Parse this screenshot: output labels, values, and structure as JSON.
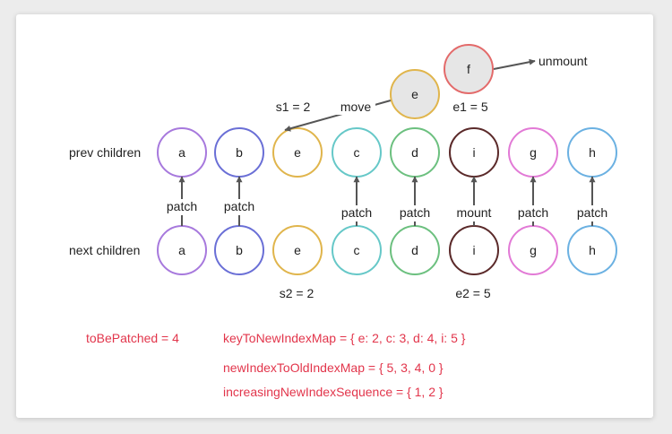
{
  "rows": {
    "prev_label": "prev children",
    "next_label": "next children"
  },
  "prev_nodes": [
    {
      "key": "a",
      "color": "#a779dd"
    },
    {
      "key": "b",
      "color": "#6a6fd6"
    },
    {
      "key": "e",
      "color": "#e0b54c"
    },
    {
      "key": "c",
      "color": "#66c8c8"
    },
    {
      "key": "d",
      "color": "#6cc07f"
    },
    {
      "key": "i",
      "color": "#5b2a2a"
    },
    {
      "key": "g",
      "color": "#e27ad6"
    },
    {
      "key": "h",
      "color": "#6bb1e2"
    }
  ],
  "next_nodes": [
    {
      "key": "a",
      "color": "#a779dd"
    },
    {
      "key": "b",
      "color": "#6a6fd6"
    },
    {
      "key": "e",
      "color": "#e0b54c"
    },
    {
      "key": "c",
      "color": "#66c8c8"
    },
    {
      "key": "d",
      "color": "#6cc07f"
    },
    {
      "key": "i",
      "color": "#5b2a2a"
    },
    {
      "key": "g",
      "color": "#e27ad6"
    },
    {
      "key": "h",
      "color": "#6bb1e2"
    }
  ],
  "connectors": [
    {
      "label": "patch",
      "has_arrow": true
    },
    {
      "label": "patch",
      "has_arrow": true
    },
    {
      "label": "",
      "has_arrow": false
    },
    {
      "label": "patch",
      "has_arrow": true
    },
    {
      "label": "patch",
      "has_arrow": true
    },
    {
      "label": "mount",
      "has_arrow": true
    },
    {
      "label": "patch",
      "has_arrow": true
    },
    {
      "label": "patch",
      "has_arrow": true
    }
  ],
  "moved_node": {
    "key": "e",
    "color": "#e0b54c",
    "fill": "#e6e6e6",
    "action": "move"
  },
  "removed_node": {
    "key": "f",
    "color": "#e36a6a",
    "fill": "#e6e6e6",
    "action": "unmount"
  },
  "markers": {
    "s1": "s1 = 2",
    "e1": "e1 = 5",
    "s2": "s2 = 2",
    "e2": "e2 = 5"
  },
  "info": {
    "to_be_patched": "toBePatched = 4",
    "key_to_new_index_map": "keyToNewIndexMap = { e: 2, c: 3, d: 4, i: 5 }",
    "new_index_to_old_index_map": "newIndexToOldIndexMap = { 5, 3, 4, 0 }",
    "increasing_new_index_sequence": "increasingNewIndexSequence = { 1, 2 }"
  },
  "colors": {
    "arrow": "#555555",
    "info_text": "#e2354b"
  }
}
